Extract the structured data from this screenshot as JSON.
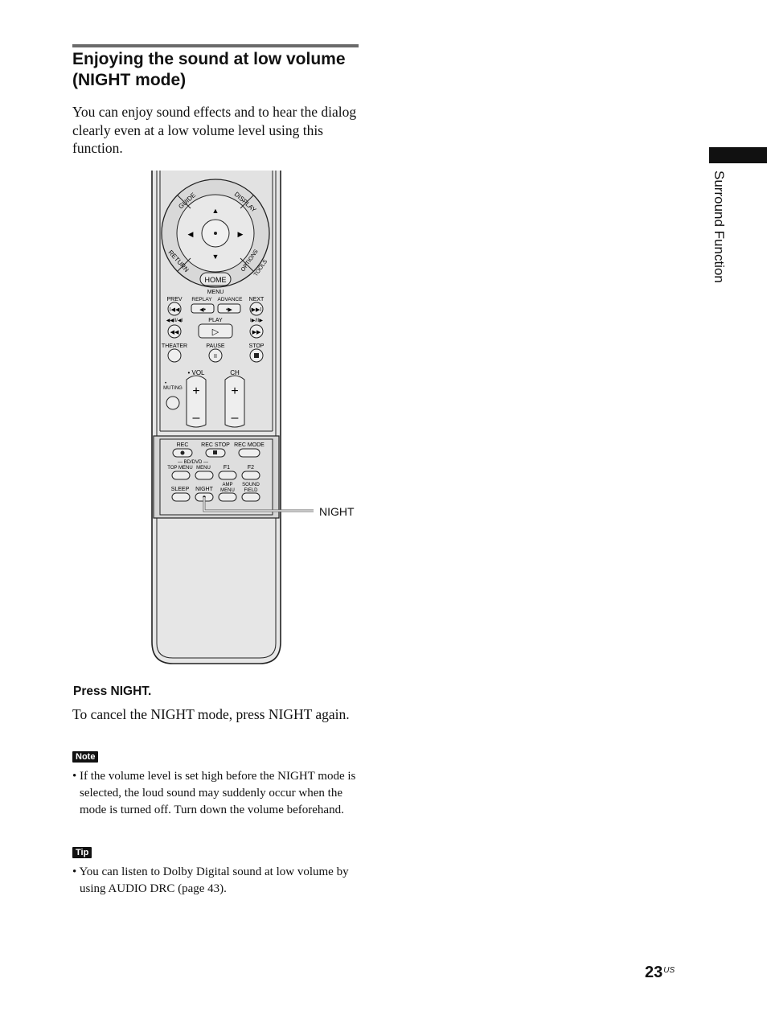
{
  "section": {
    "title": "Enjoying the sound at low volume (NIGHT mode)",
    "intro": "You can enjoy sound effects and to hear the dialog clearly even at a low volume level using this function."
  },
  "side_tab": {
    "label": "Surround Function"
  },
  "remote": {
    "ring": {
      "guide": "GUIDE",
      "display": "DISPLAY",
      "return": "RETURN",
      "options": "OPTIONS",
      "tools": "TOOLS",
      "home": "HOME",
      "menu": "MENU"
    },
    "row1": {
      "prev": "PREV",
      "replay": "REPLAY",
      "advance": "ADVANCE",
      "next": "NEXT"
    },
    "row2": {
      "rew": "◀◀II/◀I",
      "play": "PLAY",
      "ff": "I▶/II▶"
    },
    "row3": {
      "theater": "THEATER",
      "pause": "PAUSE",
      "stop": "STOP"
    },
    "vol": "VOL",
    "ch": "CH",
    "muting": "MUTING",
    "panel": {
      "rec": "REC",
      "rec_stop": "REC STOP",
      "rec_mode": "REC MODE",
      "bd_dvd": "— BD/DVD —",
      "top_menu": "TOP MENU",
      "menu": "MENU",
      "f1": "F1",
      "f2": "F2",
      "sleep": "SLEEP",
      "night": "NIGHT",
      "amp": "AMP",
      "amp_menu": "MENU",
      "sound": "SOUND",
      "field": "FIELD"
    },
    "callout": "NIGHT"
  },
  "step": {
    "heading": "Press NIGHT.",
    "body": "To cancel the NIGHT mode, press NIGHT again."
  },
  "note": {
    "badge": "Note",
    "text": "• If the volume level is set high before the NIGHT mode is selected, the loud sound may suddenly occur when the mode is turned off. Turn down the volume beforehand."
  },
  "tip": {
    "badge": "Tip",
    "text": "• You can listen to Dolby Digital sound at low volume by using AUDIO DRC (page 43)."
  },
  "page": {
    "number": "23",
    "suffix": "US"
  }
}
